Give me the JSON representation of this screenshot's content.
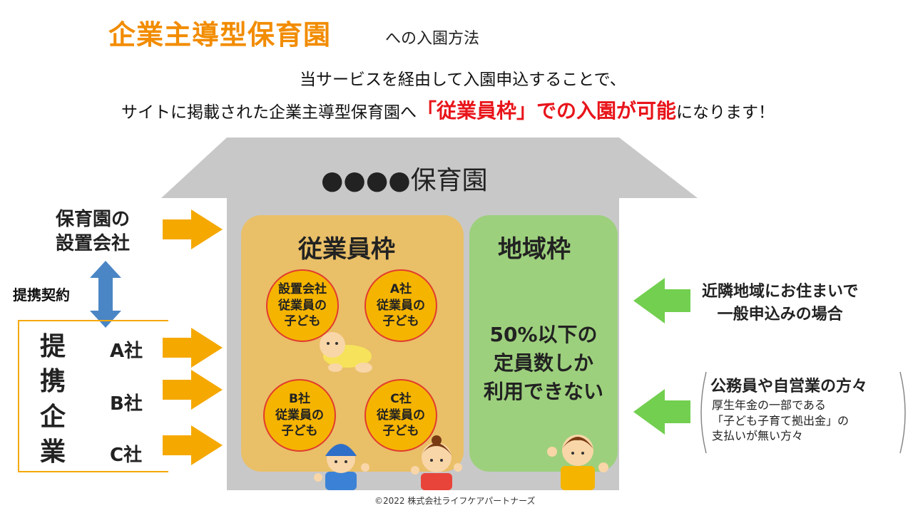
{
  "title": {
    "main": "企業主導型保育園",
    "sub": "への入園方法"
  },
  "intro": {
    "line1": "当サービスを経由して入園申込することで、",
    "line2_prefix": "サイトに掲載された企業主導型保育園へ",
    "line2_highlight": "「従業員枠」での入園が可能",
    "line2_suffix": "になります！"
  },
  "house": {
    "name": "●●●●保育園"
  },
  "employee_panel": {
    "title": "従業員枠",
    "circles": [
      "設置会社\n従業員の\n子ども",
      "A社\n従業員の\n子ども",
      "B社\n従業員の\n子ども",
      "C社\n従業員の\n子ども"
    ]
  },
  "regional_panel": {
    "title": "地域枠",
    "limit_text": "50%以下の\n定員数しか\n利用できない"
  },
  "left": {
    "operator": "保育園の\n設置会社",
    "partnership": "提携契約",
    "partner_label": "提\n携\n企\n業",
    "companies": [
      "A社",
      "B社",
      "C社"
    ]
  },
  "right": {
    "local": "近隣地域にお住まいで\n一般申込みの場合",
    "public_title": "公務員や自営業の方々",
    "public_note": "厚生年金の一部である\n「子ども子育て拠出金」の\n支払いが無い方々"
  },
  "copyright": "©2022 株式会社ライフケアパートナーズ",
  "colors": {
    "orange": "#f28c00",
    "red": "#e8141a",
    "house_gray": "#c8c8c8",
    "employee_panel": "#e9bf68",
    "regional_panel": "#9dd07d",
    "arrow_orange": "#f5a800",
    "arrow_green": "#72cf4f",
    "arrow_blue": "#4a86c5"
  }
}
